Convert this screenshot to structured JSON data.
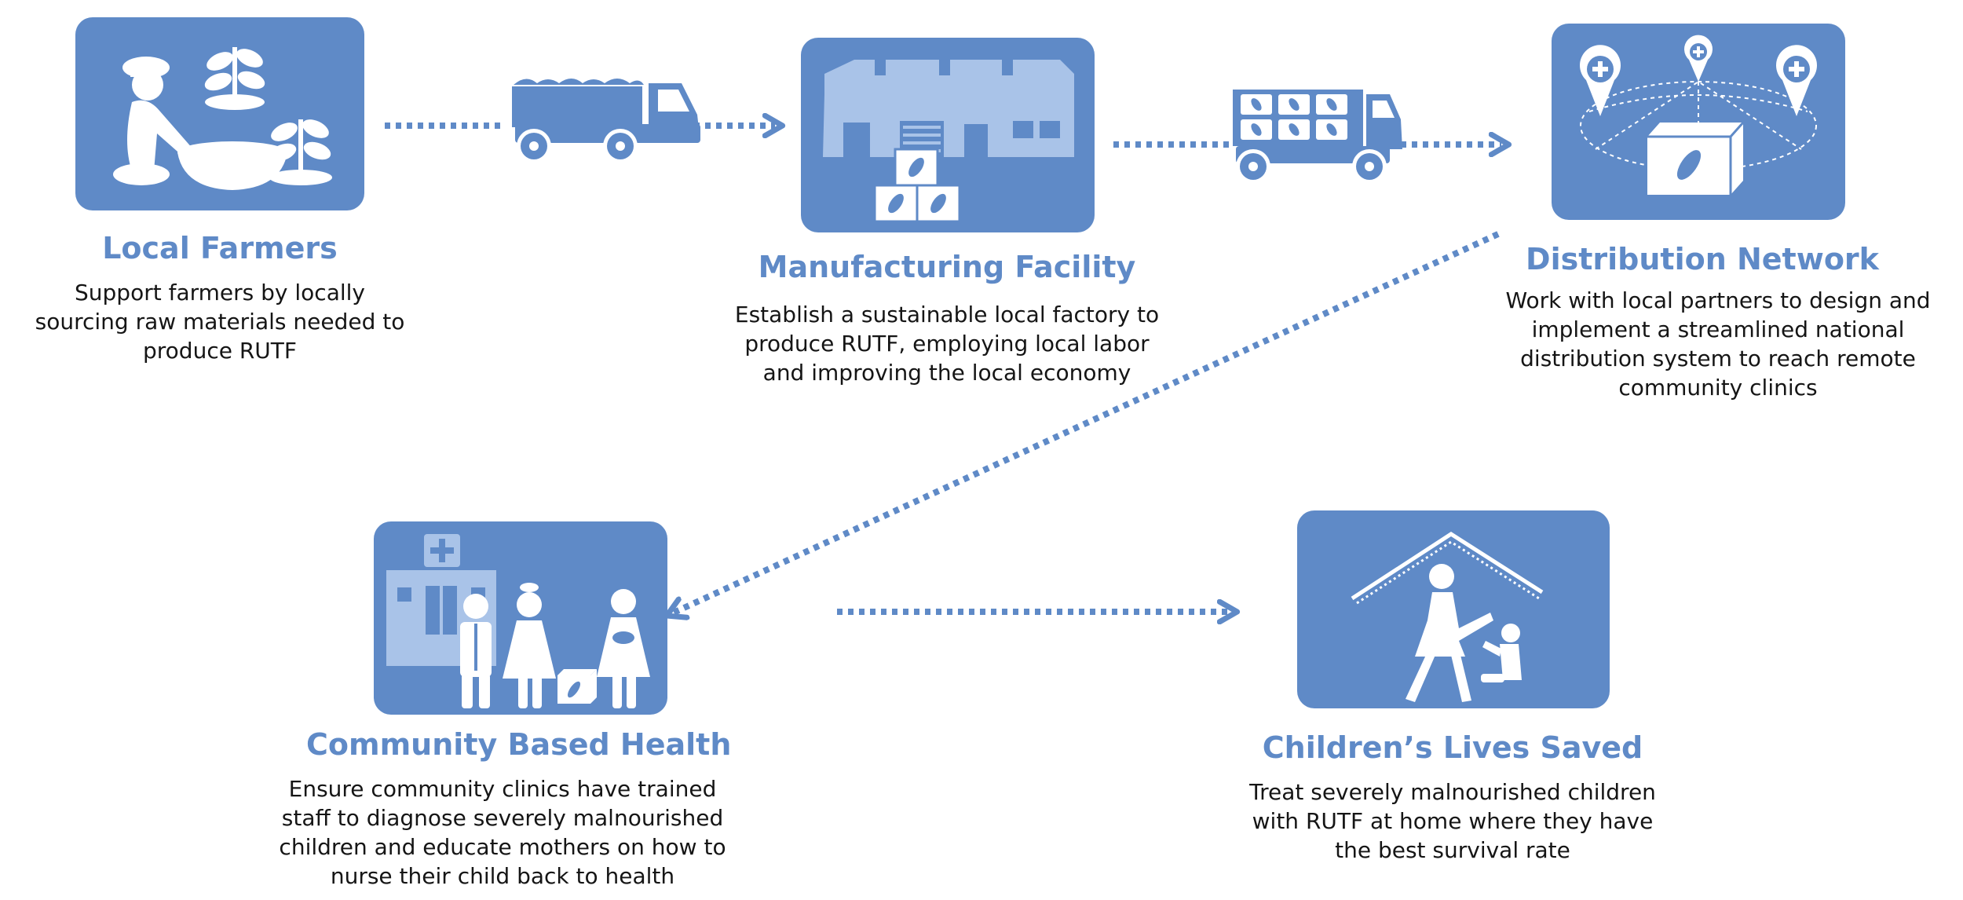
{
  "colors": {
    "primary": "#5f8ac7",
    "light": "#a9c3e8",
    "text": "#151515",
    "background": "#ffffff"
  },
  "stages": [
    {
      "id": "local-farmers",
      "icon": "farmer-crops-icon",
      "title": "Local Farmers",
      "lines": [
        "Support farmers by locally",
        "sourcing raw materials needed to",
        "produce RUTF"
      ]
    },
    {
      "id": "manufacturing-facility",
      "icon": "factory-boxes-icon",
      "title": "Manufacturing Facility",
      "lines": [
        "Establish a sustainable local factory to",
        "produce RUTF, employing local labor",
        "and improving the local economy"
      ]
    },
    {
      "id": "distribution-network",
      "icon": "map-pins-network-icon",
      "title": "Distribution Network",
      "lines": [
        "Work with local partners to design and",
        "implement a streamlined national",
        "distribution system to reach remote",
        "community clinics"
      ]
    },
    {
      "id": "community-based-health",
      "icon": "clinic-staff-icon",
      "title": "Community Based Health",
      "lines": [
        "Ensure community clinics have trained",
        "staff to diagnose severely malnourished",
        "children and educate mothers on how to",
        "nurse their child back to health"
      ]
    },
    {
      "id": "childrens-lives-saved",
      "icon": "mother-child-home-icon",
      "title": "Children’s Lives Saved",
      "lines": [
        "Treat severely malnourished children",
        "with RUTF at home where they have",
        "the best survival rate"
      ]
    }
  ],
  "connectors": [
    {
      "from": "local-farmers",
      "to": "manufacturing-facility",
      "icon": "truck-raw-materials-icon"
    },
    {
      "from": "manufacturing-facility",
      "to": "distribution-network",
      "icon": "truck-rutf-packets-icon"
    },
    {
      "from": "distribution-network",
      "to": "community-based-health",
      "icon": "dotted-arrow-icon"
    },
    {
      "from": "community-based-health",
      "to": "childrens-lives-saved",
      "icon": "dotted-arrow-icon"
    }
  ]
}
